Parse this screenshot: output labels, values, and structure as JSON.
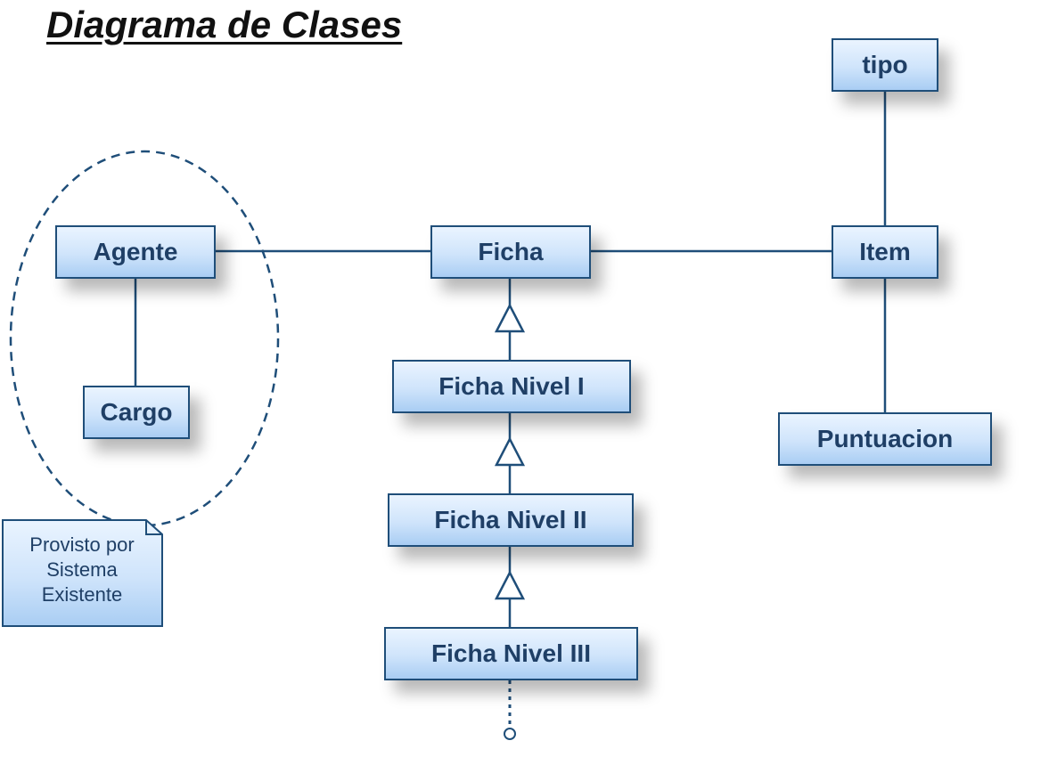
{
  "title": "Diagrama de Clases",
  "classes": {
    "agente": "Agente",
    "cargo": "Cargo",
    "ficha": "Ficha",
    "ficha_nivel_1": "Ficha Nivel I",
    "ficha_nivel_2": "Ficha Nivel II",
    "ficha_nivel_3": "Ficha Nivel III",
    "item": "Item",
    "tipo": "tipo",
    "puntuacion": "Puntuacion"
  },
  "note": {
    "lines": [
      "Provisto por",
      "Sistema",
      "Existente"
    ]
  },
  "colors": {
    "line": "#1f4e79",
    "box_text": "#1f3f66",
    "box_fill_top": "#eaf4ff",
    "box_fill_bottom": "#a9cdf3"
  }
}
